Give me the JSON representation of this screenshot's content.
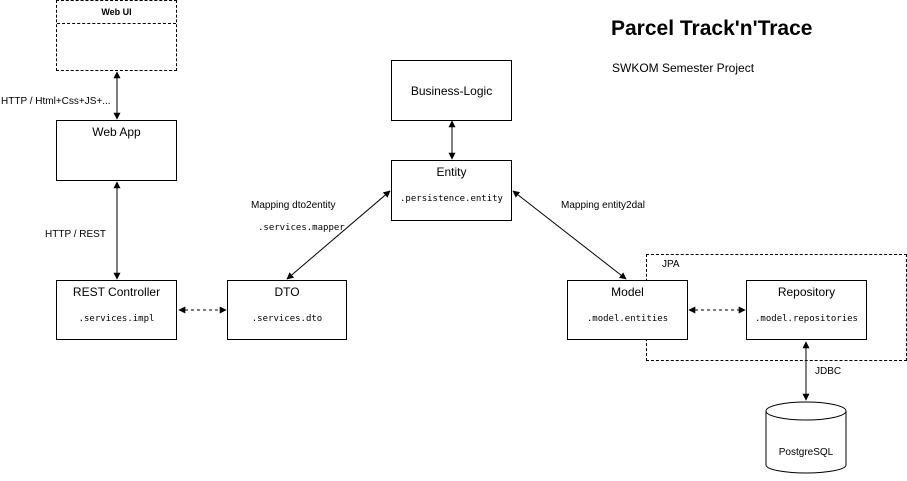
{
  "title": "Parcel Track'n'Trace",
  "subtitle": "SWKOM Semester Project",
  "nodes": {
    "web_ui": {
      "label": "Web UI"
    },
    "web_app": {
      "label": "Web App"
    },
    "rest_controller": {
      "label": "REST Controller",
      "package": ".services.impl"
    },
    "dto": {
      "label": "DTO",
      "package": ".services.dto"
    },
    "business_logic": {
      "label": "Business-Logic"
    },
    "entity": {
      "label": "Entity",
      "package": ".persistence.entity"
    },
    "model": {
      "label": "Model",
      "package": ".model.entities"
    },
    "repository": {
      "label": "Repository",
      "package": ".model.repositories"
    },
    "database": {
      "label": "PostgreSQL"
    }
  },
  "groups": {
    "jpa": {
      "label": "JPA"
    }
  },
  "edges": {
    "webui_webapp": {
      "label": "HTTP / Html+Css+JS+..."
    },
    "webapp_rest": {
      "label": "HTTP / REST"
    },
    "dto_entity": {
      "label": "Mapping dto2entity",
      "sublabel": ".services.mapper"
    },
    "entity_model": {
      "label": "Mapping entity2dal"
    },
    "repo_db": {
      "label": "JDBC"
    }
  },
  "colors": {
    "stroke": "#000000",
    "background": "#ffffff"
  }
}
